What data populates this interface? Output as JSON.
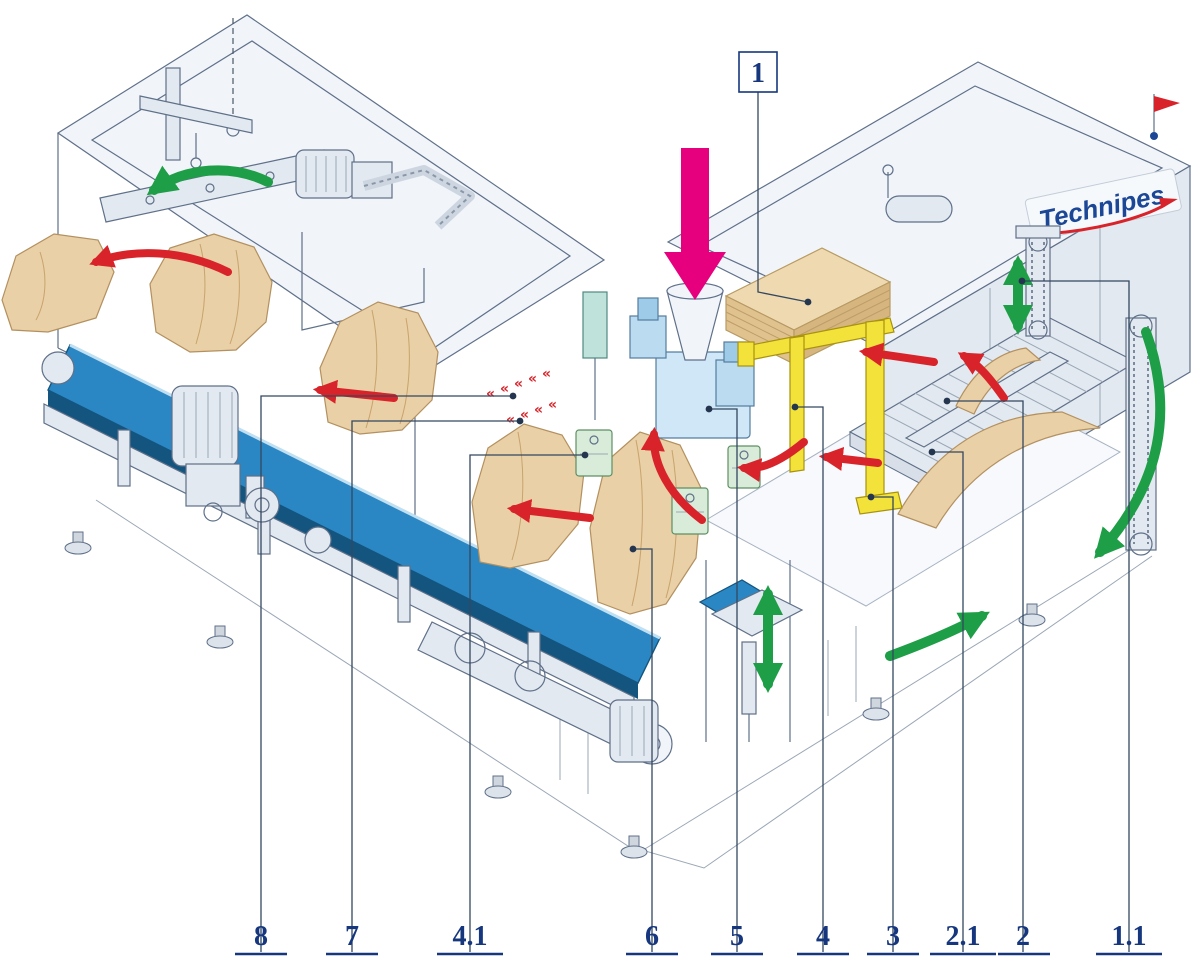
{
  "diagram": {
    "brand": "Technipes",
    "subject": "Isometric cutaway technical diagram of an automatic bag filling and packaging machine with numbered part callouts",
    "spray_glyph": "«",
    "callouts": {
      "n1": "1",
      "n1_1": "1.1",
      "n2": "2",
      "n2_1": "2.1",
      "n3": "3",
      "n4": "4",
      "n4_1": "4.1",
      "n5": "5",
      "n6": "6",
      "n7": "7",
      "n8": "8"
    },
    "colors": {
      "callout_text": "#16377e",
      "leader_line": "#33475f",
      "arrow_red": "#d8232a",
      "arrow_green": "#1e9e46",
      "arrow_pink": "#e6007e",
      "conveyor_blue": "#2b87c4",
      "paper_tan": "#e9d0a6",
      "manipulator_yellow": "#f3e23a",
      "doser_blue": "#badbf0",
      "machine_line": "#5f7089",
      "machine_fill": "#f1f5fa",
      "logo_blue": "#1b4796"
    }
  }
}
